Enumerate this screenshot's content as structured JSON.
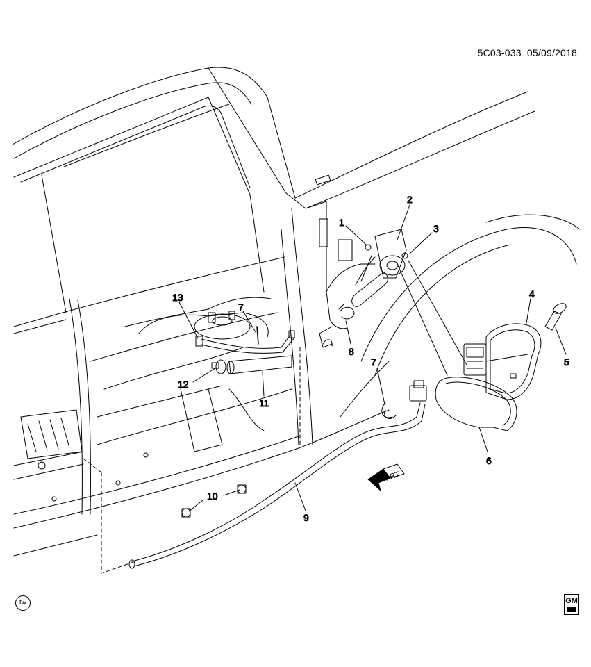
{
  "header": {
    "code": "5C03-033",
    "date": "05/09/2018"
  },
  "corner_mark": "tw",
  "logo": "GM",
  "direction_label": "FRT",
  "callouts": [
    {
      "id": "c1",
      "label": "1"
    },
    {
      "id": "c2",
      "label": "2"
    },
    {
      "id": "c3",
      "label": "3"
    },
    {
      "id": "c4",
      "label": "4"
    },
    {
      "id": "c5",
      "label": "5"
    },
    {
      "id": "c6",
      "label": "6"
    },
    {
      "id": "c7a",
      "label": "7"
    },
    {
      "id": "c7b",
      "label": "7"
    },
    {
      "id": "c8",
      "label": "8"
    },
    {
      "id": "c9",
      "label": "9"
    },
    {
      "id": "c10",
      "label": "10"
    },
    {
      "id": "c11",
      "label": "11"
    },
    {
      "id": "c12",
      "label": "12"
    },
    {
      "id": "c13",
      "label": "13"
    }
  ]
}
